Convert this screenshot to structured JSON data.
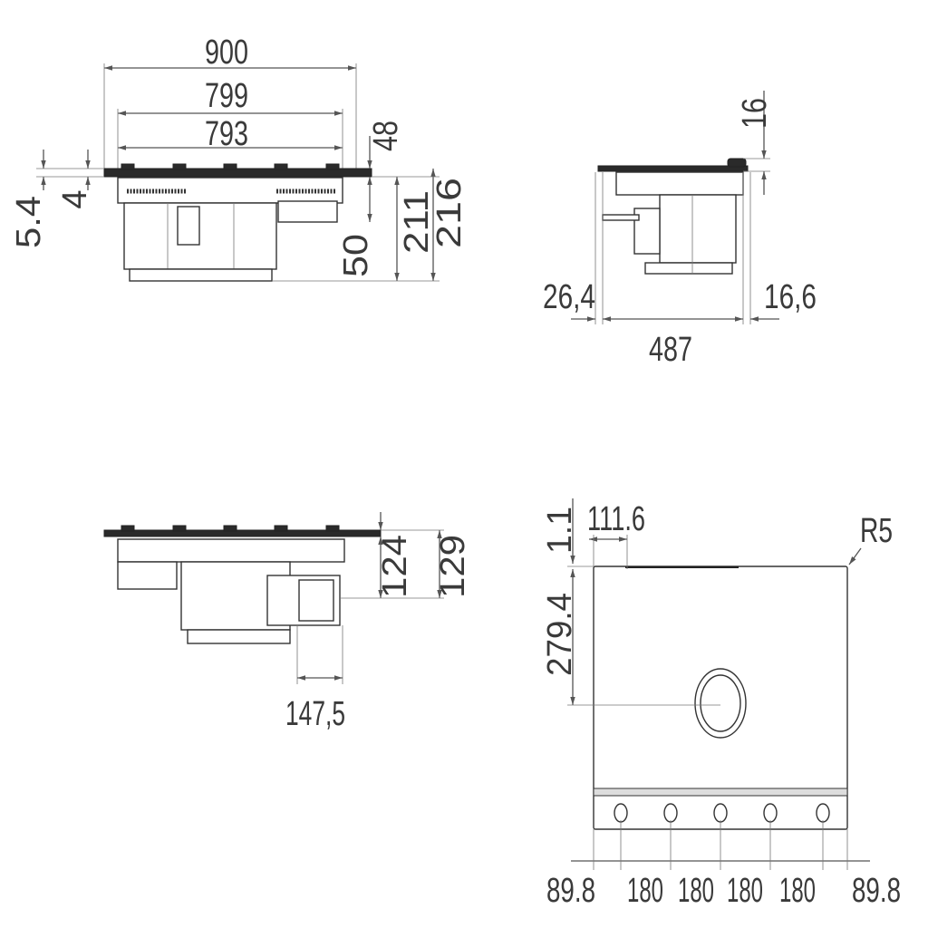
{
  "front_view": {
    "d900": "900",
    "d799": "799",
    "d793": "793",
    "d48": "48",
    "d5_4": "5.4",
    "d4": "4",
    "d211": "211",
    "d216": "216",
    "d50": "50"
  },
  "side_view": {
    "d16": "16",
    "d26_4": "26,4",
    "d16_6": "16,6",
    "d487": "487"
  },
  "rear_view": {
    "d124": "124",
    "d129": "129",
    "d147_5": "147,5"
  },
  "top_view": {
    "d1_1": "1.1",
    "d111_6": "111.6",
    "r5": "R5",
    "d279_4": "279.4",
    "bottom": [
      "89.8",
      "180",
      "180",
      "180",
      "180",
      "89.8"
    ]
  },
  "colors": {
    "line": "#555555",
    "text": "#3a3a3a",
    "fill": "#2a2a2a"
  }
}
